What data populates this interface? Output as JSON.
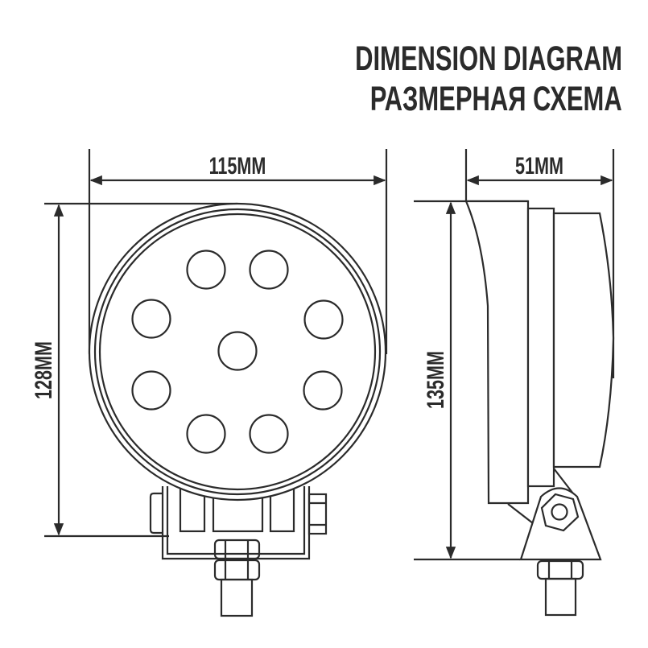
{
  "title": {
    "line1": "DIMENSION DIAGRAM",
    "line2": "РАЗМЕРНАЯ СХЕМА"
  },
  "front_view": {
    "width_label": "115MM",
    "height_label": "128MM",
    "led_count": 9
  },
  "side_view": {
    "depth_label": "51MM",
    "height_label": "135MM"
  },
  "colors": {
    "stroke": "#2b2b2b",
    "background": "#ffffff"
  }
}
